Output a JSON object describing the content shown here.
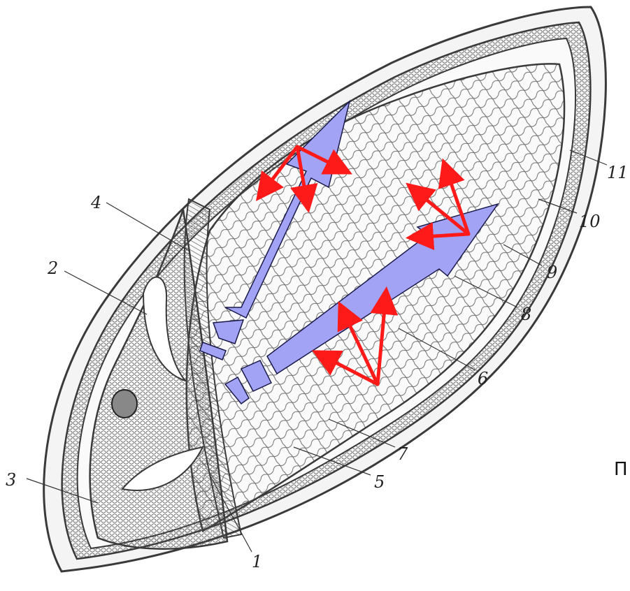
{
  "figure": {
    "labels": [
      "1",
      "2",
      "3",
      "4",
      "5",
      "6",
      "7",
      "8",
      "9",
      "10",
      "11"
    ],
    "side_text": "П",
    "colors": {
      "background": "#ffffff",
      "tissue_outline": "#3a3a3a",
      "tissue_cells": "#6b6b6b",
      "arrow_fill": "#a3a3f5",
      "arrow_stroke": "#1a1a4a",
      "small_arrows": "#ff1a1a"
    }
  }
}
